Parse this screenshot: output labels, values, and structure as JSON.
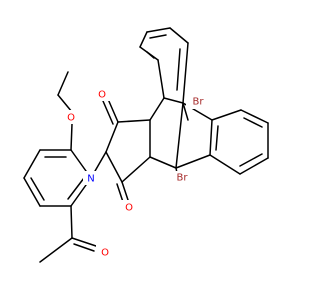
{
  "diagram": {
    "type": "chemical-structure",
    "background": "#ffffff",
    "colors": {
      "bond": "#000000",
      "O": "#ff0000",
      "N": "#0000ff",
      "Br": "#a52a2a"
    },
    "atoms": [
      {
        "id": "O_ether",
        "symbol": "O"
      },
      {
        "id": "O_imide1",
        "symbol": "O"
      },
      {
        "id": "O_imide2",
        "symbol": "O"
      },
      {
        "id": "O_acetyl",
        "symbol": "O"
      },
      {
        "id": "N1",
        "symbol": "N"
      },
      {
        "id": "Br1",
        "symbol": "Br"
      },
      {
        "id": "Br2",
        "symbol": "Br"
      }
    ]
  }
}
